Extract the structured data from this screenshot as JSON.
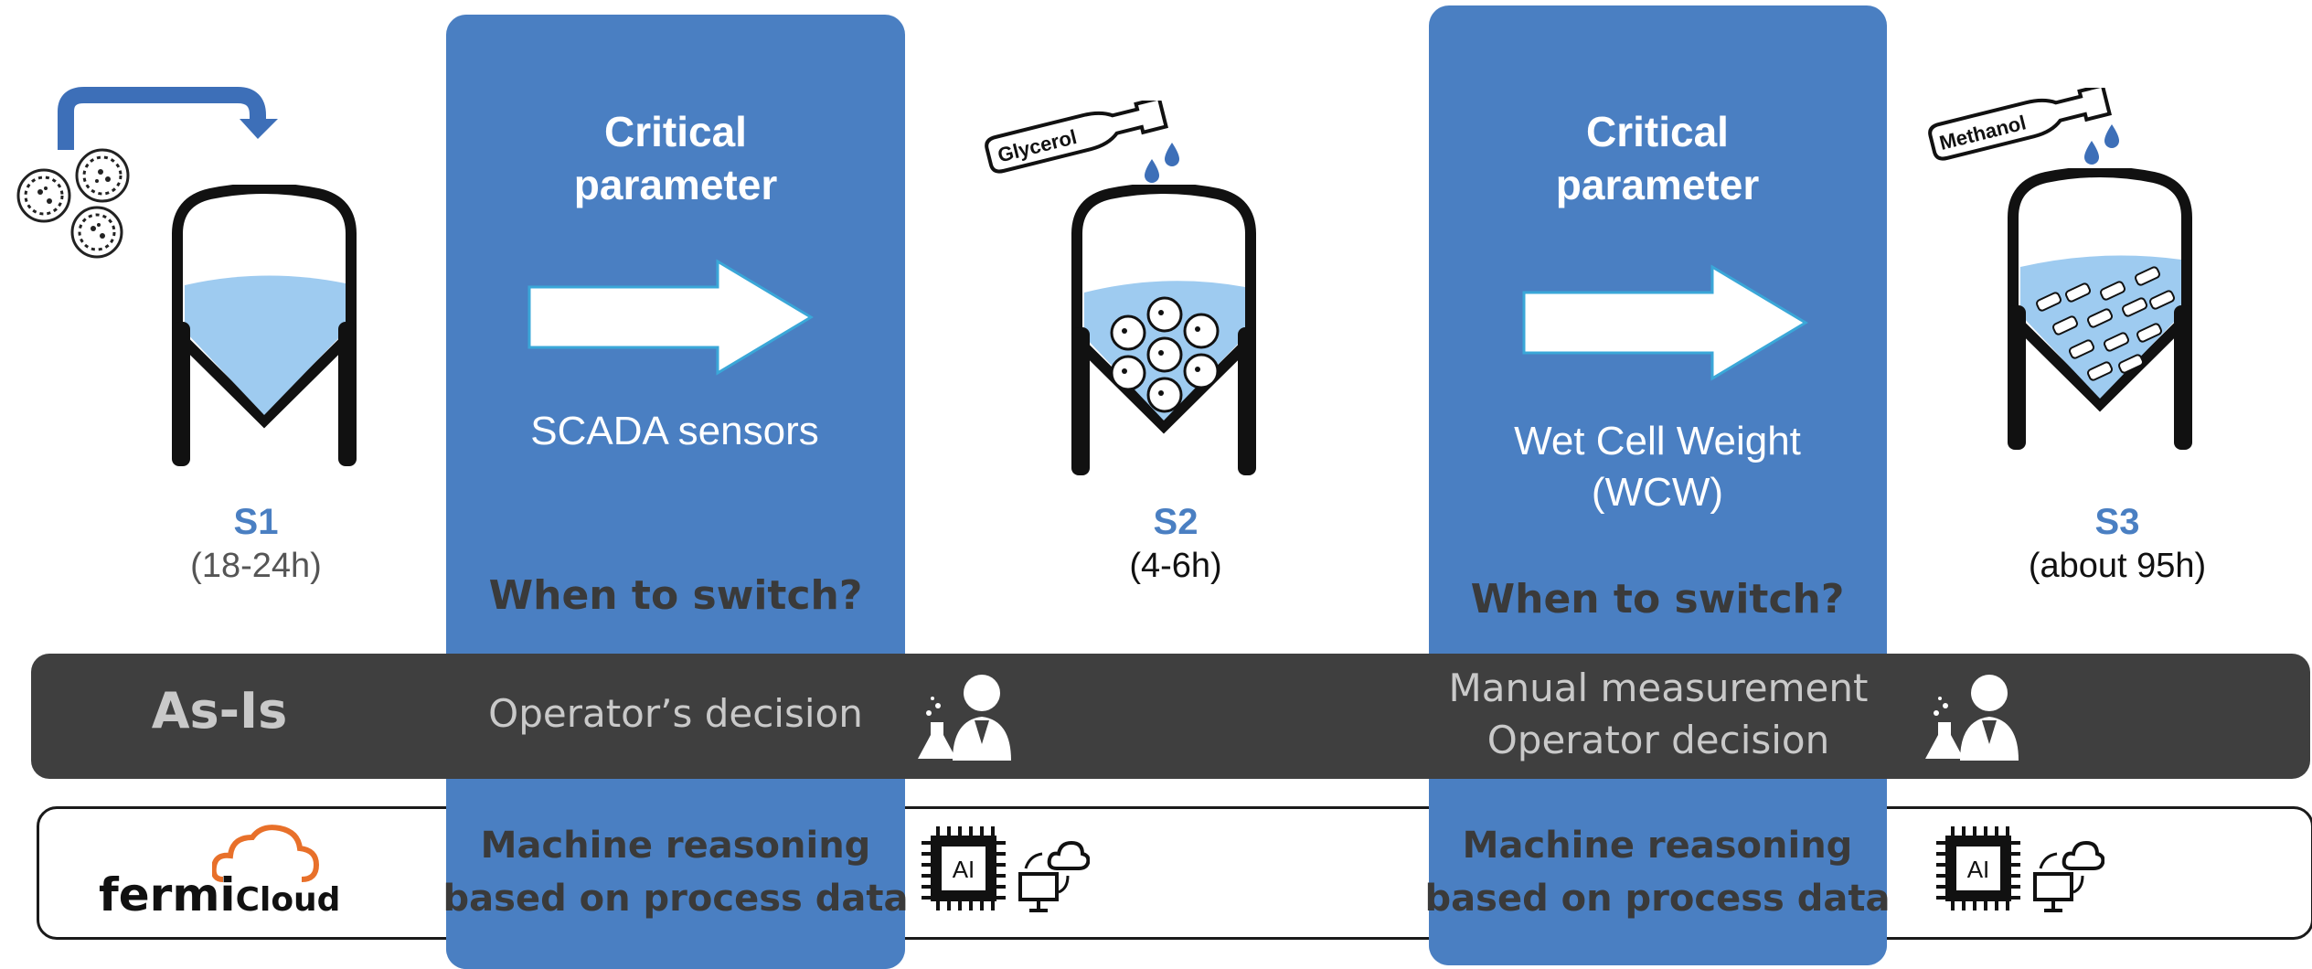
{
  "panels": [
    {
      "critical": "Critical\nparameter",
      "parameter": "SCADA sensors",
      "question": "When to switch?"
    },
    {
      "critical": "Critical\nparameter",
      "parameter": "Wet Cell Weight\n(WCW)",
      "question": "When to switch?"
    }
  ],
  "stages": [
    {
      "name": "S1",
      "duration": "(18-24h)",
      "duration_color": "#555555"
    },
    {
      "name": "S2",
      "duration": "(4-6h)",
      "duration_color": "#111111"
    },
    {
      "name": "S3",
      "duration": "(about 95h)",
      "duration_color": "#111111"
    }
  ],
  "bottles": {
    "b1": "Glycerol",
    "b2": "Methanol"
  },
  "as_is": {
    "label": "As-Is",
    "decision1": "Operator’s decision",
    "decision2_line1": "Manual measurement",
    "decision2_line2": "Operator decision"
  },
  "fermi": {
    "logo_main": "fermi",
    "logo_sub": "Cloud",
    "reasoning1": "Machine reasoning\nbased on process data",
    "reasoning2": "Machine reasoning\nbased on process data",
    "chip_label1": "AI",
    "chip_label2": "AI"
  },
  "colors": {
    "panel": "#4a7fc2",
    "band": "#3f3f3f",
    "liquid": "#9ecbf0",
    "accent": "#e8702a"
  },
  "icons": [
    "cells-icon",
    "curved-arrow-icon",
    "tank-icon",
    "bottle-icon",
    "drop-icon",
    "arrow-right-icon",
    "scientist-icon",
    "ai-chip-icon",
    "cloud-computer-icon",
    "cloud-logo-icon"
  ]
}
